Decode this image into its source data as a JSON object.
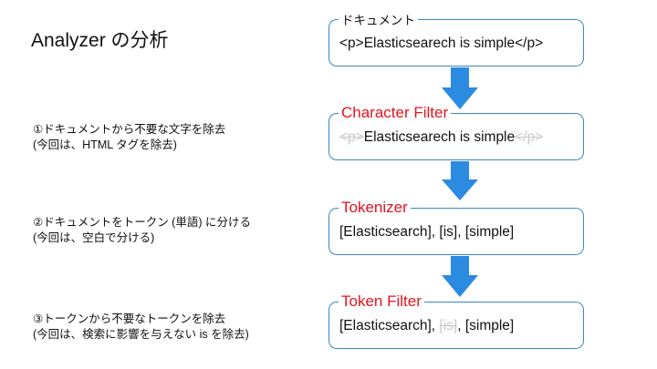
{
  "title": "Analyzer の分析",
  "steps": [
    {
      "line1": "①ドキュメントから不要な文字を除去",
      "line2": "(今回は、HTML タグを除去)"
    },
    {
      "line1": "②ドキュメントをトークン (単語) に分ける",
      "line2": "(今回は、空白で分ける)"
    },
    {
      "line1": "③トークンから不要なトークンを除去",
      "line2": "(今回は、検索に影響を与えない is を除去)"
    }
  ],
  "boxes": {
    "document": {
      "label": "ドキュメント",
      "content": "<p>Elasticsearech is simple</p>"
    },
    "char_filter": {
      "label": "Character Filter",
      "removed_open": "<p>",
      "text": "Elasticsearech is simple",
      "removed_close": "</p>"
    },
    "tokenizer": {
      "label": "Tokenizer",
      "content": "[Elasticsearch], [is], [simple]"
    },
    "token_filter": {
      "label": "Token Filter",
      "token1": "[Elasticsearch], ",
      "removed_token": "[is]",
      "token3": ", [simple]"
    }
  },
  "colors": {
    "accent_red": "#e8121c",
    "arrow_blue": "#2b8be0",
    "box_border": "#3a86c8",
    "removed_gray": "#c9c9c9"
  }
}
